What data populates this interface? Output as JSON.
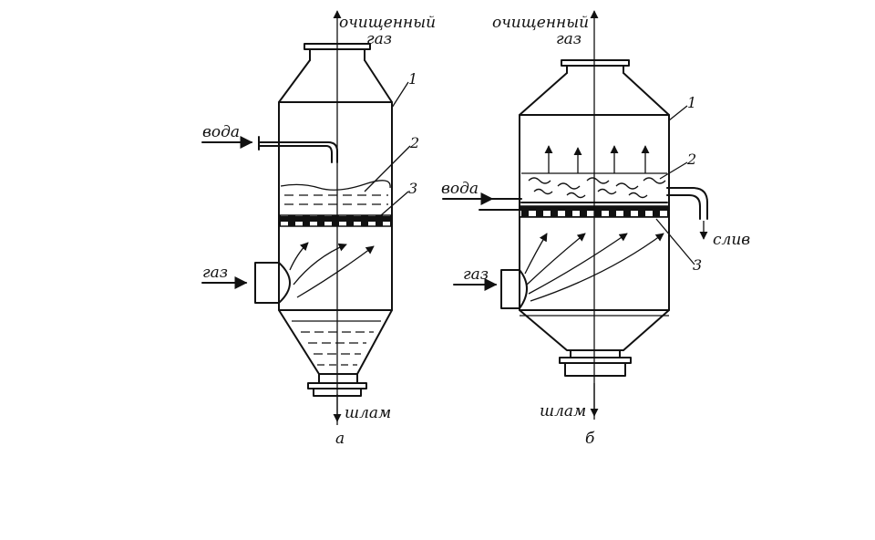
{
  "figure": {
    "left": {
      "label_clean_gas_1": "очищенный",
      "label_clean_gas_2": "газ",
      "label_water": "вода",
      "label_gas": "газ",
      "label_sludge": "шлам",
      "label_variant": "а",
      "callout_1": "1",
      "callout_2": "2",
      "callout_3": "3"
    },
    "right": {
      "label_clean_gas_1": "очищенный",
      "label_clean_gas_2": "газ",
      "label_water": "вода",
      "label_gas": "газ",
      "label_sludge": "шлам",
      "label_drain": "слив",
      "label_variant": "б",
      "callout_1": "1",
      "callout_2": "2",
      "callout_3": "3"
    }
  }
}
